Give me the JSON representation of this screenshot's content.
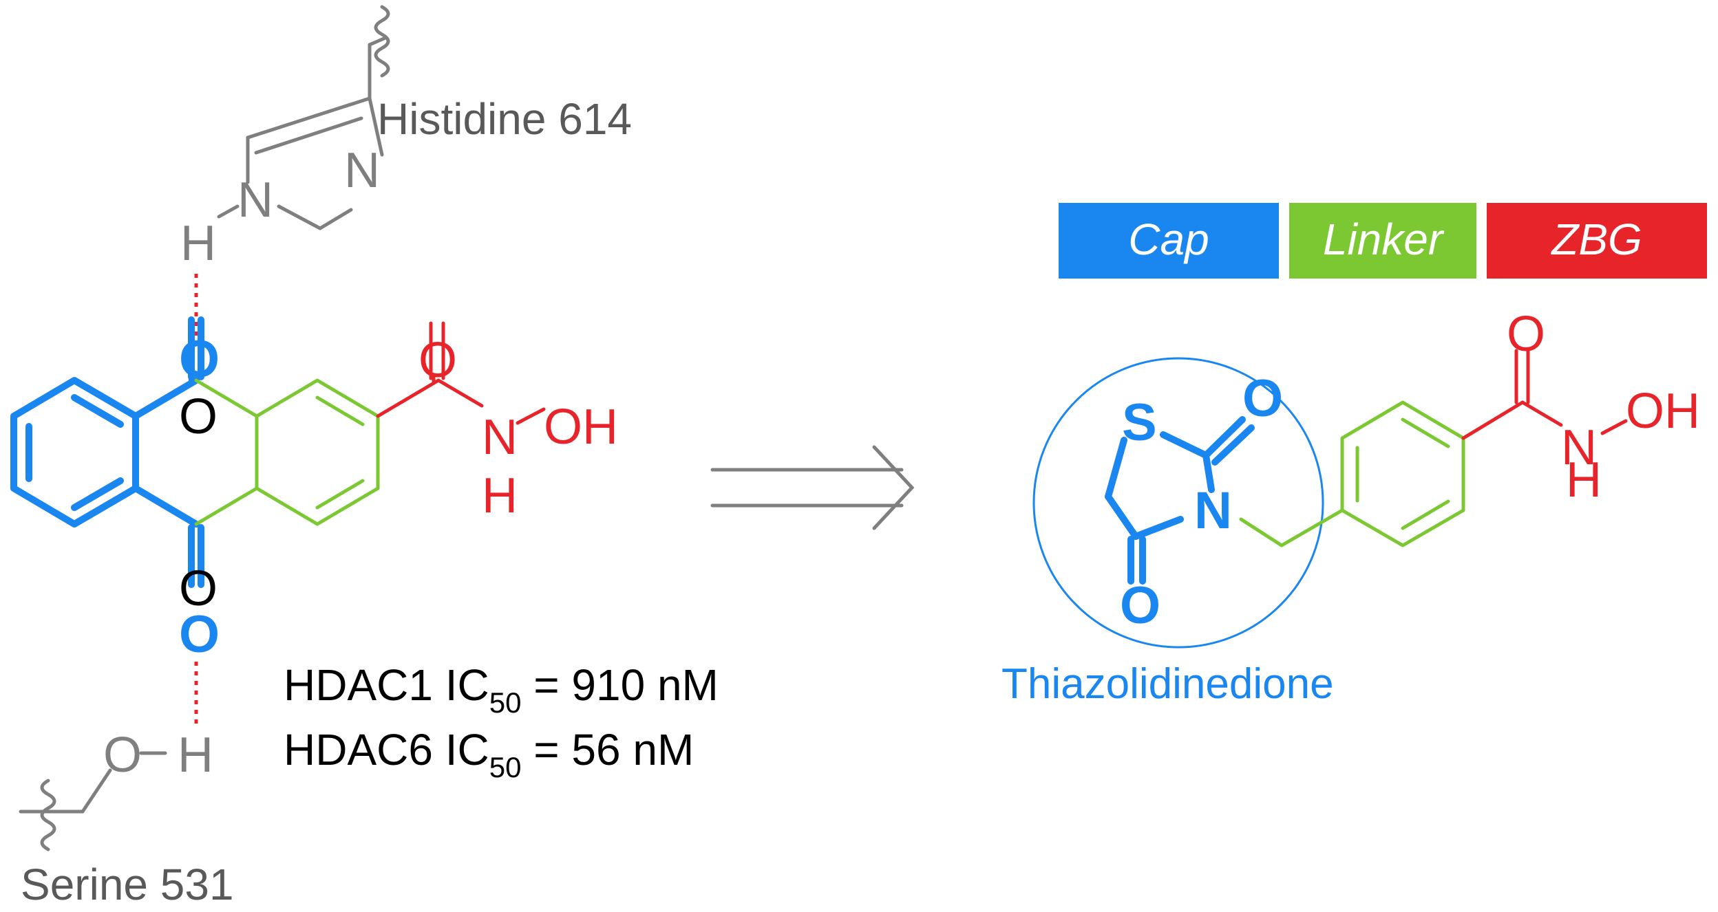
{
  "left_molecule": {
    "histidine_label": "Histidine 614",
    "serine_label": "Serine 531",
    "hdac1_prefix": "HDAC1 IC",
    "hdac1_sub": "50",
    "hdac1_value": " = 910 nM",
    "hdac6_prefix": "HDAC6 IC",
    "hdac6_sub": "50",
    "hdac6_value": " = 56 nM"
  },
  "legend": {
    "cap": "Cap",
    "linker": "Linker",
    "zbg": "ZBG"
  },
  "right_molecule": {
    "cap_label": "Thiazolidinedione"
  },
  "atoms": {
    "O": "O",
    "N": "N",
    "H": "H",
    "S": "S",
    "OH": "OH"
  },
  "colors": {
    "cap": "#1a86f0",
    "linker": "#7cc832",
    "zbg": "#e8242b",
    "residue": "#7f7f7f",
    "text": "#000000"
  }
}
